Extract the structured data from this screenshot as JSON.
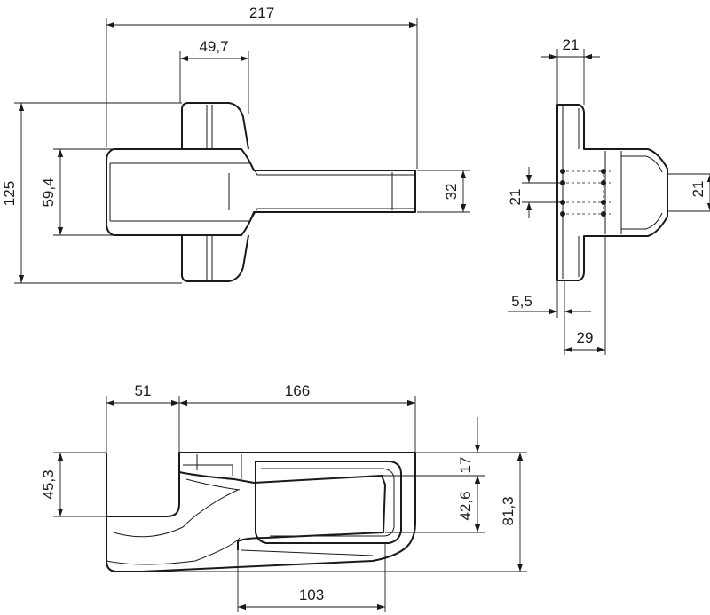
{
  "dimensions": {
    "top_overall_length": "217",
    "top_hub_width": "49,7",
    "top_overall_height": "125",
    "top_lever_span": "59,4",
    "top_lever_thickness": "32",
    "side_flange_width": "21",
    "side_left_spacing": "21",
    "side_right_spacing": "21",
    "side_offset": "5,5",
    "side_depth": "29",
    "front_base_width": "51",
    "front_lever_length": "166",
    "front_base_height": "45,3",
    "front_top_offset": "17",
    "front_grip_height": "42,6",
    "front_overall_height": "81,3",
    "front_grip_length": "103"
  }
}
